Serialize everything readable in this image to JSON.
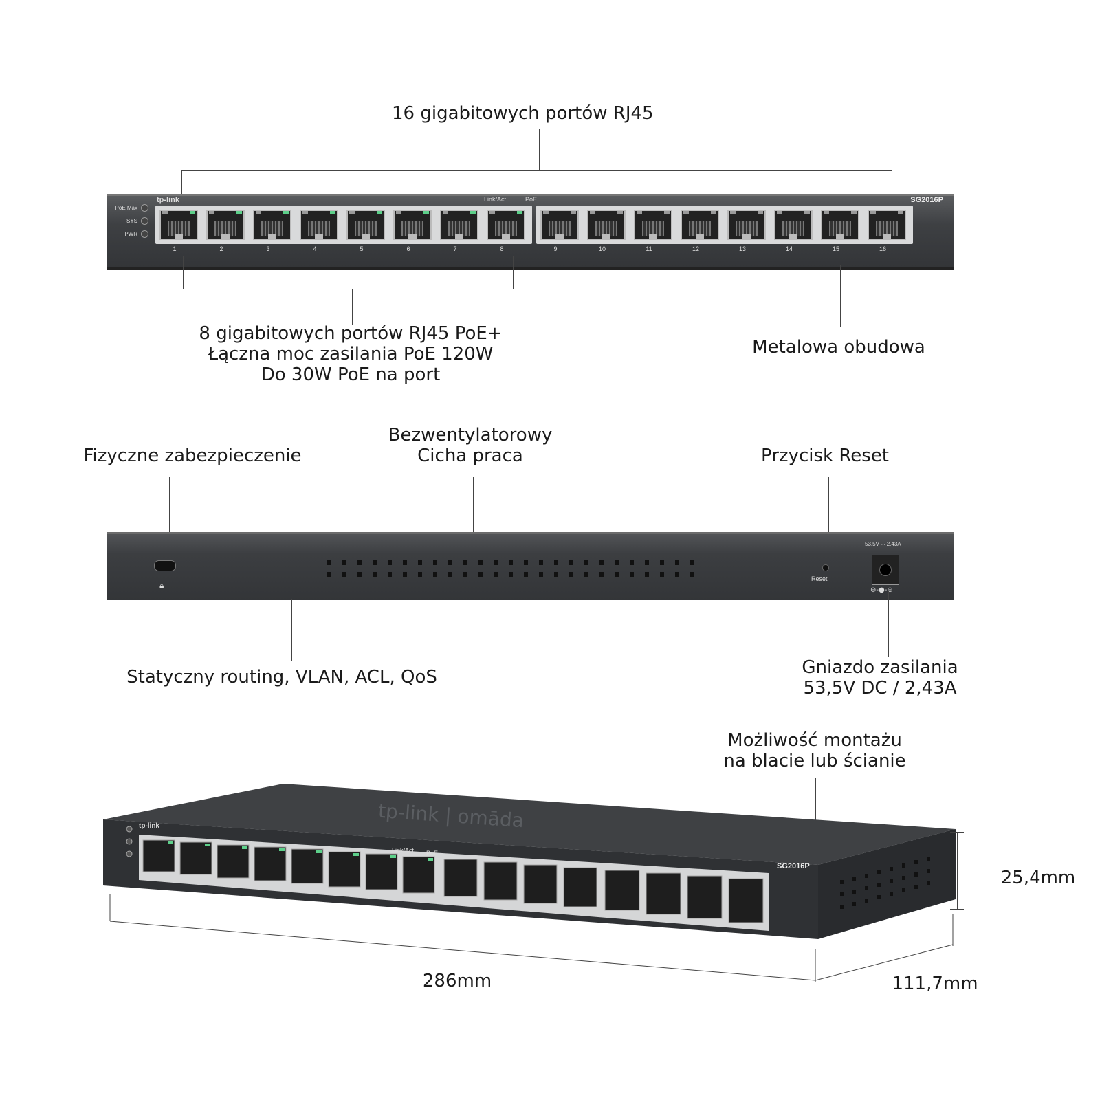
{
  "labels": {
    "ports16": "16 gigabitowych portów RJ45",
    "poe_line1": "8 gigabitowych portów RJ45 PoE+",
    "poe_line2": "Łączna moc zasilania PoE 120W",
    "poe_line3": "Do 30W PoE na port",
    "metal": "Metalowa obudowa",
    "lock": "Fizyczne zabezpieczenie",
    "fanless_line1": "Bezwentylatorowy",
    "fanless_line2": "Cicha praca",
    "reset": "Przycisk Reset",
    "routing": "Statyczny routing, VLAN, ACL, QoS",
    "power_line1": "Gniazdo zasilania",
    "power_line2": "53,5V DC / 2,43A",
    "mount_line1": "Możliwość montażu",
    "mount_line2": "na blacie lub ścianie",
    "height": "25,4mm",
    "width": "286mm",
    "depth": "111,7mm"
  },
  "front_panel": {
    "brand": "tp-link",
    "model": "SG2016P",
    "tag_linkact": "Link/Act",
    "tag_poe": "PoE",
    "leds": [
      "PoE Max",
      "SYS",
      "PWR"
    ],
    "port_numbers": [
      "1",
      "2",
      "3",
      "4",
      "5",
      "6",
      "7",
      "8",
      "9",
      "10",
      "11",
      "12",
      "13",
      "14",
      "15",
      "16"
    ]
  },
  "rear_panel": {
    "reset_label": "Reset",
    "power_rating": "53.5V ⎓ 2.43A",
    "polarity": "⊖-●-⊕"
  },
  "device_top": {
    "logo": "tp-link | omāda",
    "brand": "tp-link",
    "model": "SG2016P",
    "tag_linkact": "Link/Act",
    "tag_poe": "PoE"
  },
  "colors": {
    "poe_led": "#5dd08a",
    "chassis": "#3a3c3f"
  }
}
